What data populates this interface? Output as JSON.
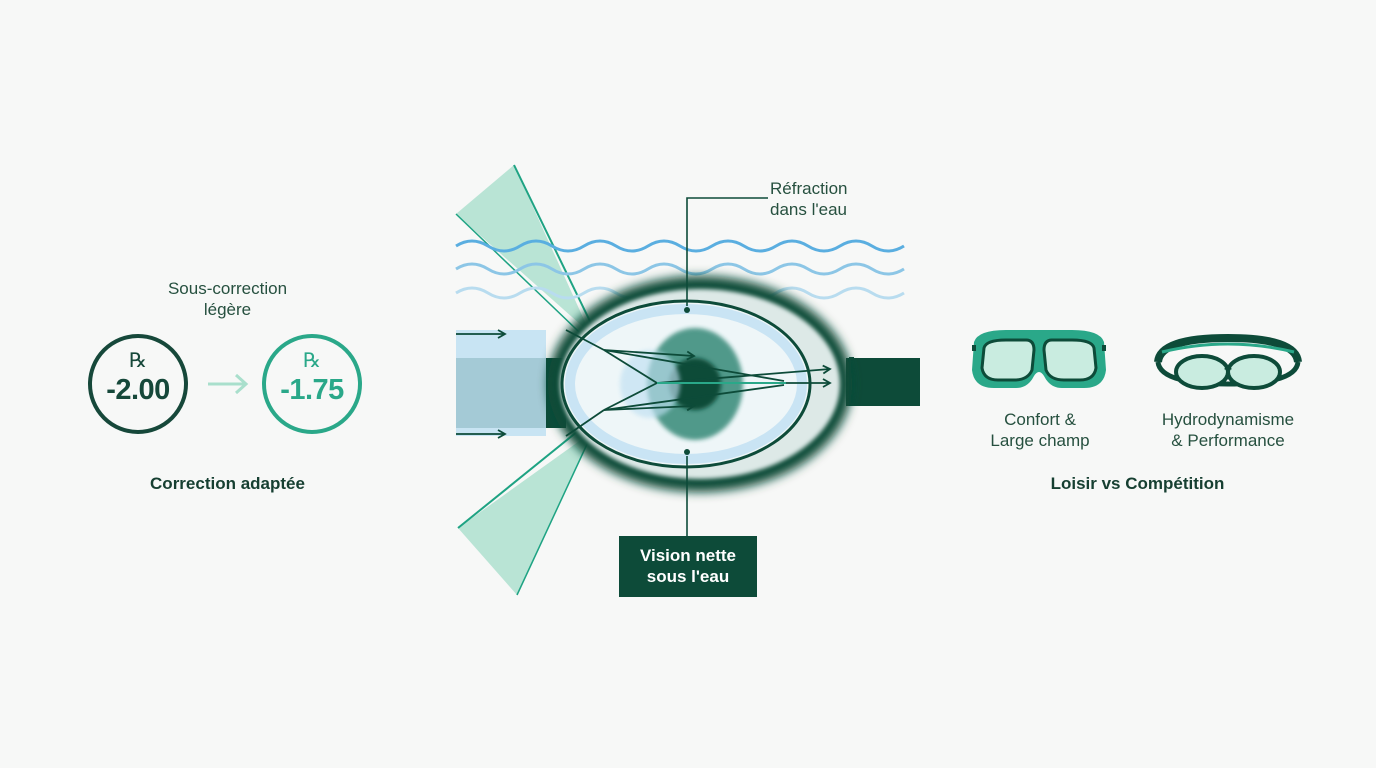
{
  "left_panel": {
    "undercorrection_label_line1": "Sous-correction",
    "undercorrection_label_line2": "légère",
    "rx_symbol": "℞",
    "rx_before": "-2.00",
    "rx_after": "-1.75",
    "caption": "Correction adaptée"
  },
  "center_diagram": {
    "refraction_label_line1": "Réfraction",
    "refraction_label_line2": "dans l'eau",
    "vision_label_line1": "Vision nette",
    "vision_label_line2": "sous l'eau"
  },
  "right_panel": {
    "comfort_label_line1": "Confort &",
    "comfort_label_line2": "Large champ",
    "hydro_label_line1": "Hydrodynamisme",
    "hydro_label_line2": "& Performance",
    "caption": "Loisir vs Compétition"
  },
  "icons": [
    "arrow-right-icon",
    "swim-mask-icon",
    "racing-goggles-icon",
    "eye-icon",
    "water-waves-icon"
  ],
  "colors": {
    "dark_green": "#0d4b39",
    "teal": "#2aa889",
    "light_teal": "#a9dfcc",
    "water_blue": "#5aaee0",
    "lens_blue": "#bfe0f2"
  }
}
